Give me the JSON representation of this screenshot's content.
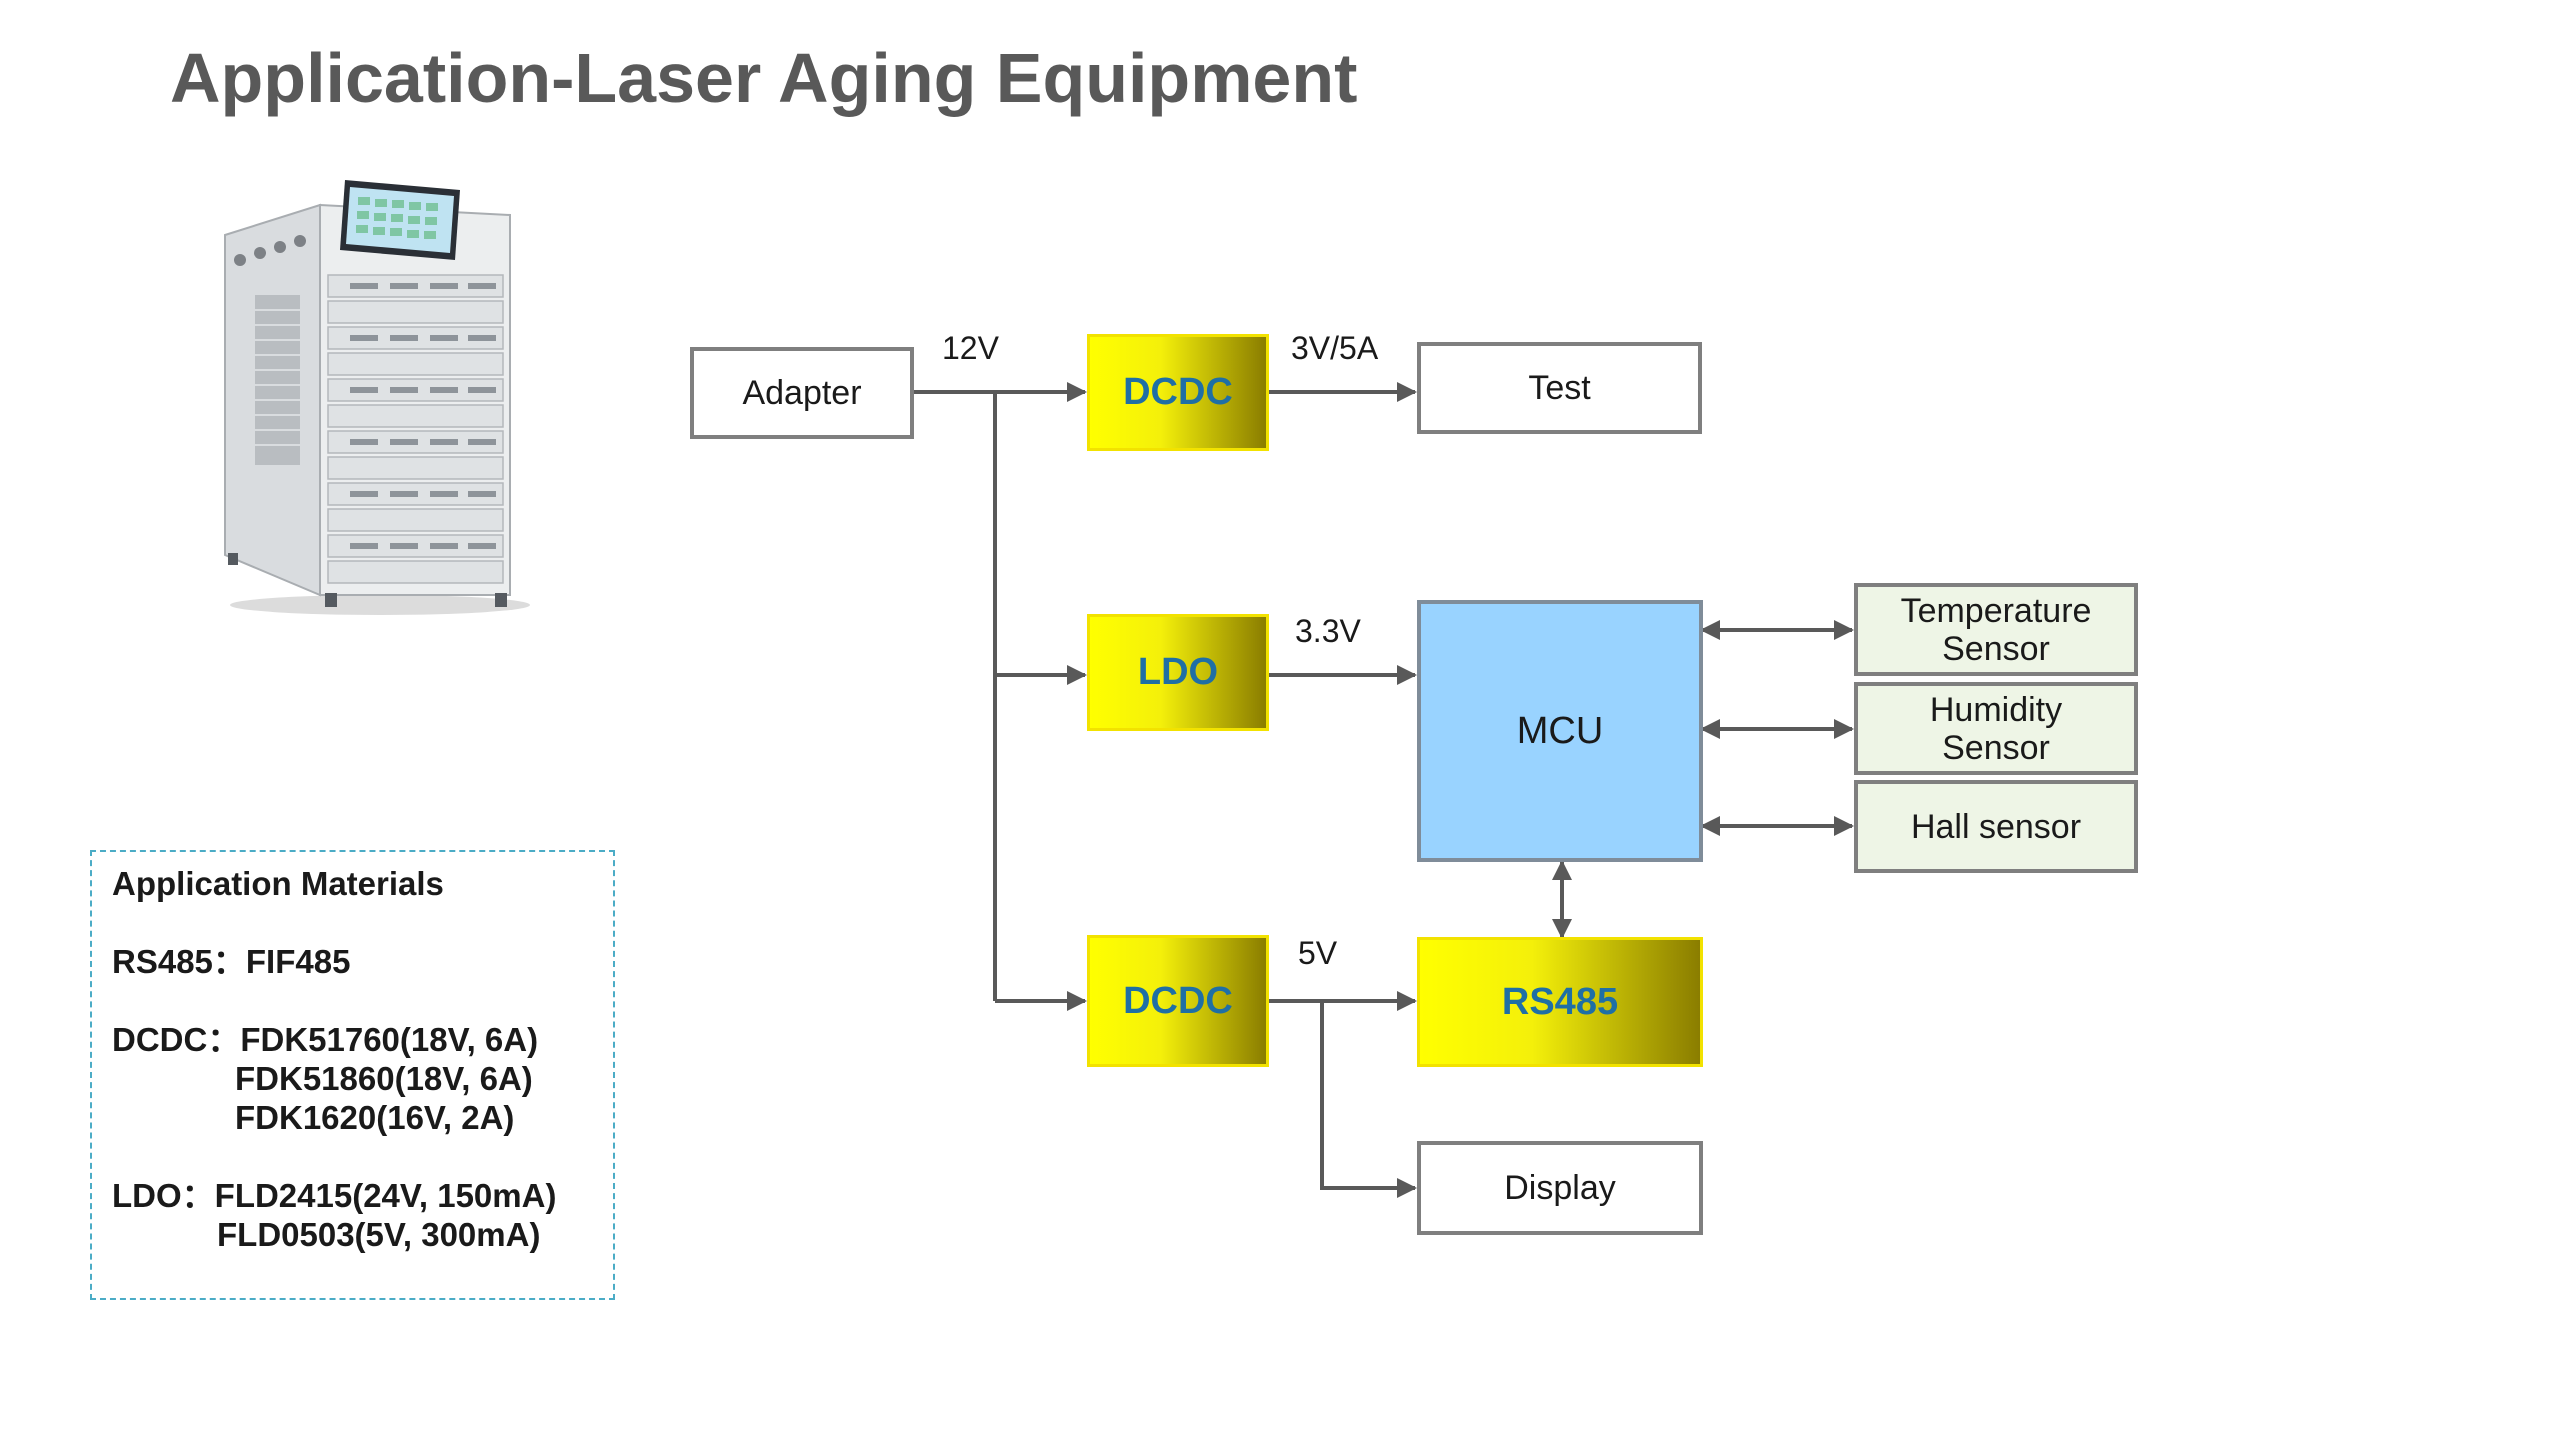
{
  "title": "Application-Laser Aging Equipment",
  "equipment_image": "laser aging test cabinet with touchscreen",
  "materials": {
    "heading": "Application Materials",
    "rs485_line": "RS485：FIF485",
    "dcdc_line1": "DCDC：FDK51760(18V, 6A)",
    "dcdc_line2": "FDK51860(18V, 6A)",
    "dcdc_line3": "FDK1620(16V, 2A)",
    "ldo_line1": "LDO：FLD2415(24V, 150mA)",
    "ldo_line2": "FLD0503(5V, 300mA)"
  },
  "diagram": {
    "adapter": "Adapter",
    "dcdc_top": "DCDC",
    "ldo": "LDO",
    "dcdc_bottom": "DCDC",
    "test": "Test",
    "mcu": "MCU",
    "rs485": "RS485",
    "display": "Display",
    "temp_sensor": "Temperature\nSensor",
    "humidity_sensor": "Humidity\nSensor",
    "hall_sensor": "Hall sensor",
    "label_12v": "12V",
    "label_3v5a": "3V/5A",
    "label_3v3": "3.3V",
    "label_5v": "5V"
  },
  "colors": {
    "mcu_fill": "#99d3ff",
    "converter_fill": "#ffff00",
    "converter_text": "#1f6fa5",
    "sensor_fill": "#eef5e6",
    "panel_border": "#4bacc6"
  }
}
